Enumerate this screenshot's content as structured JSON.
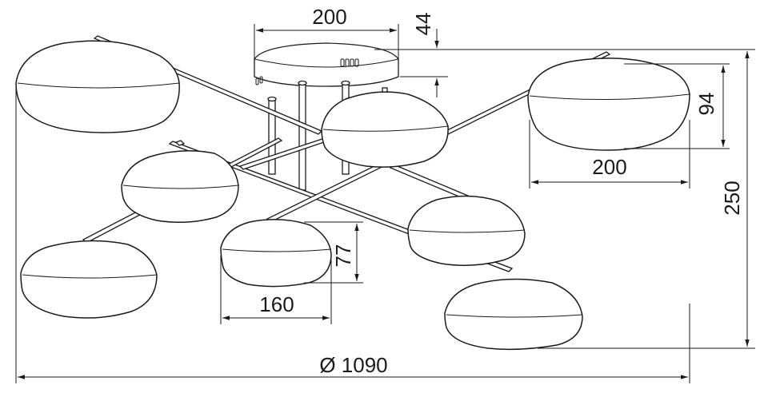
{
  "dimensions": {
    "canopy_width": "200",
    "canopy_height": "44",
    "large_shade_height": "94",
    "large_shade_width": "200",
    "total_height": "250",
    "small_shade_height": "77",
    "small_shade_width": "160",
    "overall_diameter": "Ø 1090"
  },
  "colors": {
    "line": "#1a1a1a",
    "background": "#ffffff"
  }
}
